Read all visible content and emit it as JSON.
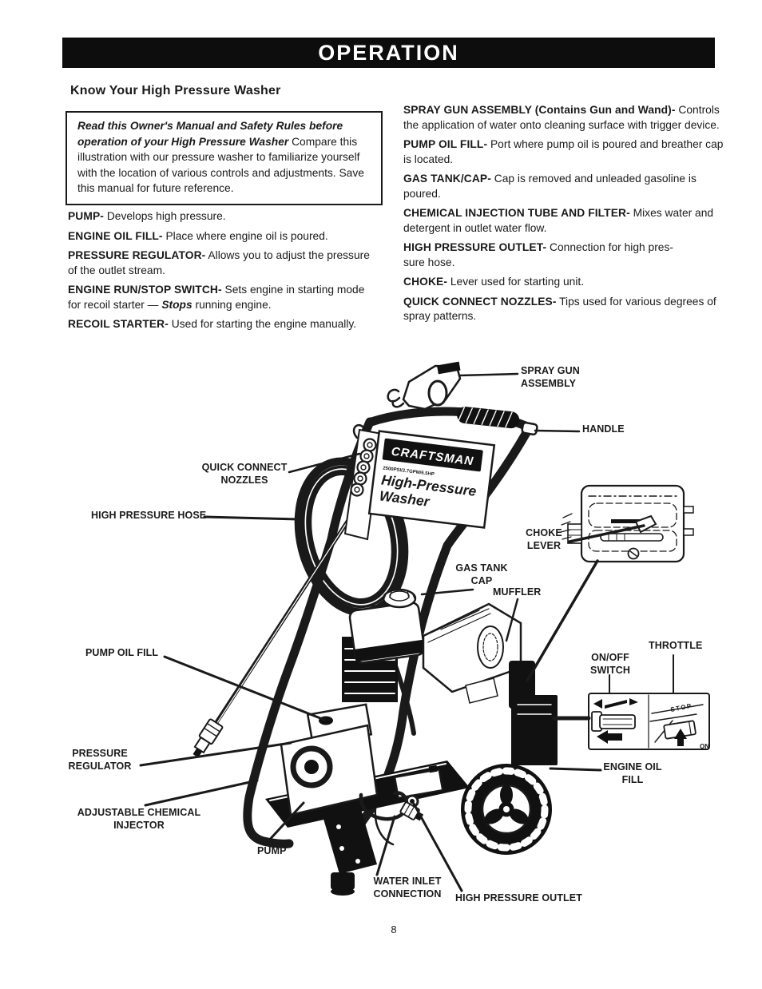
{
  "header": {
    "banner": "OPERATION",
    "title": "Know Your High Pressure Washer"
  },
  "colors": {
    "ink": "#1a1a1a",
    "paper": "#ffffff",
    "banner_bg": "#0d0d0d",
    "banner_text": "#ffffff"
  },
  "notice": {
    "bold_italic": "Read this Owner's Manual and Safety Rules before operation of your High Pressure Washer",
    "regular": "Compare this illustration with our pressure washer to familiarize yourself with the location of various controls and adjustments.  Save this manual for future reference."
  },
  "definitions_left": [
    {
      "term": "PUMP-",
      "desc": "Develops high pressure.",
      "emph": "",
      "desc2": ""
    },
    {
      "term": "ENGINE OIL FILL-",
      "desc": "Place where engine oil is poured.",
      "emph": "",
      "desc2": ""
    },
    {
      "term": "PRESSURE REGULATOR-",
      "desc": "Allows you to adjust the pressure of the outlet stream.",
      "emph": "",
      "desc2": ""
    },
    {
      "term": "ENGINE RUN/STOP SWITCH-",
      "desc": "Sets engine in starting mode for recoil starter — ",
      "emph": "Stops",
      "desc2": " running engine."
    },
    {
      "term": "RECOIL STARTER-",
      "desc": "Used for starting the engine manually.",
      "emph": "",
      "desc2": ""
    }
  ],
  "definitions_right": [
    {
      "term": "SPRAY GUN ASSEMBLY (Contains Gun and Wand)-",
      "desc": "Controls the application of water onto cleaning surface with trigger device."
    },
    {
      "term": "PUMP OIL FILL-",
      "desc": "Port where pump oil is poured and breather cap is located."
    },
    {
      "term": "GAS TANK/CAP-",
      "desc": "Cap is removed and unleaded gasoline is poured."
    },
    {
      "term": "CHEMICAL INJECTION TUBE AND FILTER-",
      "desc": "Mixes water and detergent in outlet water flow."
    },
    {
      "term": "HIGH PRESSURE OUTLET-",
      "desc": "Connection for high pres-\nsure hose."
    },
    {
      "term": "CHOKE-",
      "desc": "Lever used for starting unit."
    },
    {
      "term": "QUICK CONNECT NOZZLES-",
      "desc": "Tips used for various degrees of spray patterns."
    }
  ],
  "diagram": {
    "machine_panel": {
      "brand": "CRAFTSMAN",
      "spec": "2500PSI/2.7GPM/6.5HP",
      "line1": "High-Pressure",
      "line2": "Washer"
    },
    "inset": {
      "stop": "STOP",
      "on": "ON"
    },
    "labels": {
      "spray_gun": "SPRAY GUN\nASSEMBLY",
      "handle": "HANDLE",
      "quick_connect": "QUICK CONNECT\nNOZZLES",
      "hp_hose": "HIGH PRESSURE HOSE",
      "choke_lever": "CHOKE\nLEVER",
      "gas_tank_cap": "GAS TANK\nCAP",
      "muffler": "MUFFLER",
      "throttle": "THROTTLE",
      "on_off": "ON/OFF\nSWITCH",
      "pump_oil_fill": "PUMP OIL FILL",
      "pressure_regulator": "PRESSURE\nREGULATOR",
      "chem_injector": "ADJUSTABLE CHEMICAL\nINJECTOR",
      "pump": "PUMP",
      "water_inlet": "WATER INLET\nCONNECTION",
      "hp_outlet": "HIGH PRESSURE OUTLET",
      "engine_oil_fill": "ENGINE OIL\nFILL"
    }
  },
  "footer": {
    "page_number": "8"
  }
}
